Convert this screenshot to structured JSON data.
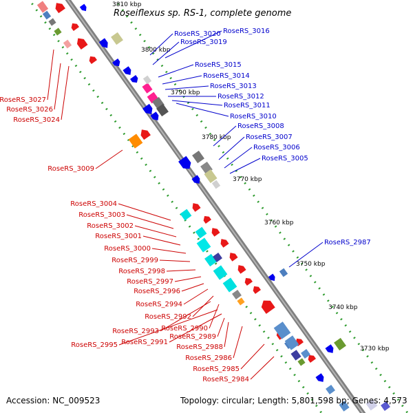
{
  "title": "Roseiflexus sp. RS-1, complete genome",
  "accession": "Accession: NC_009523",
  "topology": "Topology: circular; Length: 5,801,598 bp; Genes: 4,573",
  "colors": {
    "backbone": "#808080",
    "forward_label": "#0000cc",
    "reverse_label": "#cc0000",
    "tick_dots": "#2e9b2e"
  },
  "scale_ticks": [
    "3810 kbp",
    "3800 kbp",
    "3790 kbp",
    "3780 kbp",
    "3770 kbp",
    "3760 kbp",
    "3750 kbp",
    "3740 kbp",
    "3730 kbp"
  ],
  "forward_labels": [
    "RoseRS_3020",
    "RoseRS_3016",
    "RoseRS_3019",
    "RoseRS_3015",
    "RoseRS_3014",
    "RoseRS_3013",
    "RoseRS_3012",
    "RoseRS_3011",
    "RoseRS_3010",
    "RoseRS_3008",
    "RoseRS_3007",
    "RoseRS_3006",
    "RoseRS_3005",
    "RoseRS_2987"
  ],
  "reverse_labels": [
    "RoseRS_3027",
    "RoseRS_3026",
    "RoseRS_3024",
    "RoseRS_3009",
    "RoseRS_3004",
    "RoseRS_3003",
    "RoseRS_3002",
    "RoseRS_3001",
    "RoseRS_3000",
    "RoseRS_2999",
    "RoseRS_2998",
    "RoseRS_2997",
    "RoseRS_2996",
    "RoseRS_2994",
    "RoseRS_2992",
    "RoseRS_2993",
    "RoseRS_2990",
    "RoseRS_2995",
    "RoseRS_2991",
    "RoseRS_2989",
    "RoseRS_2988",
    "RoseRS_2986",
    "RoseRS_2985",
    "RoseRS_2984"
  ]
}
